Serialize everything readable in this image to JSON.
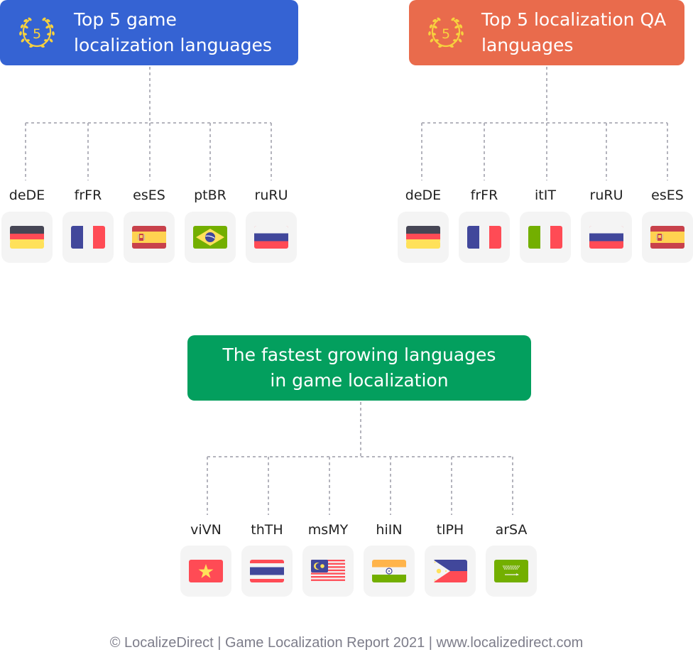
{
  "colors": {
    "game_header": "#3563d3",
    "qa_header": "#e96b4c",
    "growth_header": "#039f5e",
    "laurel": "#f7d13e",
    "connector": "#b4b4bd",
    "tile_bg": "#f4f4f4"
  },
  "groups": {
    "game": {
      "icon": "laurel-five-icon",
      "badge_number": "5",
      "title": "Top 5 game\nlocalization languages",
      "languages": [
        {
          "code": "deDE",
          "flag": "germany-flag-icon"
        },
        {
          "code": "frFR",
          "flag": "france-flag-icon"
        },
        {
          "code": "esES",
          "flag": "spain-flag-icon"
        },
        {
          "code": "ptBR",
          "flag": "brazil-flag-icon"
        },
        {
          "code": "ruRU",
          "flag": "russia-flag-icon"
        }
      ]
    },
    "qa": {
      "icon": "laurel-five-icon",
      "badge_number": "5",
      "title": "Top 5 localization QA\nlanguages",
      "languages": [
        {
          "code": "deDE",
          "flag": "germany-flag-icon"
        },
        {
          "code": "frFR",
          "flag": "france-flag-icon"
        },
        {
          "code": "itIT",
          "flag": "italy-flag-icon"
        },
        {
          "code": "ruRU",
          "flag": "russia-flag-icon"
        },
        {
          "code": "esES",
          "flag": "spain-flag-icon"
        }
      ]
    },
    "growth": {
      "title": "The fastest growing languages\nin game localization",
      "languages": [
        {
          "code": "viVN",
          "flag": "vietnam-flag-icon"
        },
        {
          "code": "thTH",
          "flag": "thailand-flag-icon"
        },
        {
          "code": "msMY",
          "flag": "malaysia-flag-icon"
        },
        {
          "code": "hiIN",
          "flag": "india-flag-icon"
        },
        {
          "code": "tlPH",
          "flag": "philippines-flag-icon"
        },
        {
          "code": "arSA",
          "flag": "saudi-arabia-flag-icon"
        }
      ]
    }
  },
  "footer": "© LocalizeDirect | Game Localization Report 2021 | www.localizedirect.com"
}
